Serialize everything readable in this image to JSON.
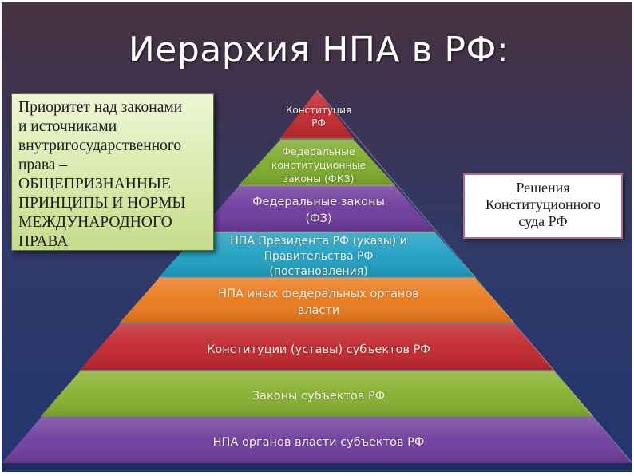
{
  "title": "Иерархия НПА в РФ:",
  "left_note": {
    "lines": [
      "Приоритет над законами",
      "и источниками",
      "внутригосударственного",
      "права –",
      "ОБЩЕПРИЗНАННЫЕ",
      "ПРИНЦИПЫ И НОРМЫ",
      "МЕЖДУНАРОДНОГО",
      "ПРАВА"
    ]
  },
  "right_note": {
    "lines": [
      "Решения",
      "Конституционного",
      "суда РФ"
    ]
  },
  "pyramid": {
    "levels": [
      {
        "lines": [
          "Конституция",
          "РФ"
        ],
        "color": "#c0272d"
      },
      {
        "lines": [
          "Федеральные",
          "конституционные",
          "законы (ФКЗ)"
        ],
        "color": "#7cab2a"
      },
      {
        "lines": [
          "Федеральные законы",
          "(ФЗ)"
        ],
        "color": "#6d3a9c"
      },
      {
        "lines": [
          "НПА Президента РФ (указы) и",
          "Правительства РФ",
          "(постановления)"
        ],
        "color": "#1f9fc2"
      },
      {
        "lines": [
          "НПА иных федеральных органов",
          "власти"
        ],
        "color": "#ea7a1b"
      },
      {
        "lines": [
          "Конституции (уставы) субъектов РФ"
        ],
        "color": "#c1272d"
      },
      {
        "lines": [
          "Законы субъектов РФ"
        ],
        "color": "#86b12e"
      },
      {
        "lines": [
          "НПА органов власти субъектов РФ"
        ],
        "color": "#6e3d9e"
      }
    ]
  },
  "colors": {
    "background_top": "#47323f",
    "background_bottom": "#22356c",
    "left_note_bg": "#d7e8a8",
    "right_note_border": "#b56a7c"
  }
}
